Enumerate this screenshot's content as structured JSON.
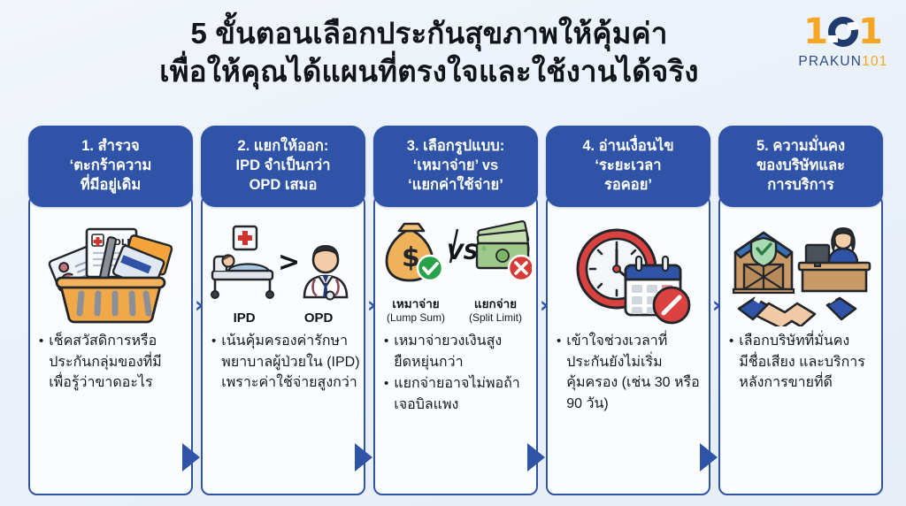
{
  "header": {
    "title_line1": "5 ขั้นตอนเลือกประกันสุขภาพให้คุ้มค่า",
    "title_line2": "เพื่อให้คุณได้แผนที่ตรงใจและใช้งานได้จริง",
    "logo": {
      "digit_left": "1",
      "digit_right": "1",
      "wordmark_main": "PRAKUN",
      "wordmark_accent": "101",
      "color_orange": "#F5A623",
      "color_blue": "#1F3A6E"
    }
  },
  "theme": {
    "header_blue": "#2F53A7",
    "card_bg": "#fbfcfe",
    "page_bg": "#eef3fa",
    "text": "#15181d"
  },
  "connector": {
    "chevron_glyph": "›"
  },
  "steps": [
    {
      "number": "1",
      "head_lines": [
        "1. สำรวจ",
        "‘ตะกร้าความ",
        "ที่มีอยู่เดิม"
      ],
      "icon": "shopping-basket-with-policy-documents",
      "icon_labels": [],
      "bullets": [
        "เช็คสวัสดิการหรือประกันกลุ่มของที่มี เพื่อรู้ว่าขาดอะไร"
      ]
    },
    {
      "number": "2",
      "head_lines": [
        "2. แยกให้ออก:",
        "IPD จำเป็นกว่า",
        "OPD เสมอ"
      ],
      "icon": "hospital-bed-versus-doctor",
      "icon_labels": [
        "IPD",
        "OPD"
      ],
      "icon_compare_glyph": ">",
      "bullets": [
        "เน้นคุ้มครองค่ารักษาพยาบาลผู้ป่วยใน (IPD) เพราะค่าใช้จ่ายสูงกว่า"
      ]
    },
    {
      "number": "3",
      "head_lines": [
        "3. เลือกรูปแบบ:",
        "‘เหมาจ่าย’ vs",
        "‘แยกค่าใช้จ่าย’"
      ],
      "icon": "money-bag-versus-banknotes",
      "icon_compare_glyph": "VS",
      "captions": [
        {
          "th": "เหมาจ่าย",
          "en": "(Lump Sum)"
        },
        {
          "th": "แยกจ่าย",
          "en": "(Split Limit)"
        }
      ],
      "bullets": [
        "เหมาจ่ายวงเงินสูงยืดหยุ่นกว่า",
        "แยกจ่ายอาจไม่พอถ้าเจอบิลแพง"
      ]
    },
    {
      "number": "4",
      "head_lines": [
        "4. อ่านเงื่อนไข",
        "‘ระยะเวลา",
        "รอคอย’"
      ],
      "icon": "clock-and-calendar-with-blocked-badge",
      "bullets": [
        "เข้าใจช่วงเวลาที่ประกันยังไม่เริ่มคุ้มครอง (เช่น 30 หรือ 90 วัน)"
      ]
    },
    {
      "number": "5",
      "head_lines": [
        "5. ความมั่นคง",
        "ของบริษัทและ",
        "การบริการ"
      ],
      "icon": "company-building-service-desk-handshake",
      "bullets": [
        "เลือกบริษัทที่มั่นคง มีชื่อเสียง และบริการหลังการขายที่ดี"
      ]
    }
  ]
}
